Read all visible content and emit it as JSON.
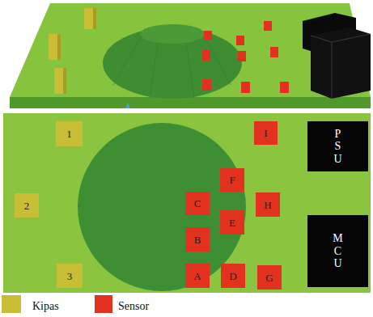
{
  "diagram": {
    "nodes": [
      {
        "text": [
          "1"
        ]
      },
      {
        "text": [
          "I"
        ]
      },
      {
        "text": [
          "PSU"
        ]
      },
      {
        "text": [
          "F"
        ]
      },
      {
        "text": [
          "C"
        ]
      },
      {
        "text": [
          "H"
        ]
      },
      {
        "text": [
          "2"
        ]
      },
      {
        "text": [
          "E"
        ]
      },
      {
        "text": [
          "MCU"
        ]
      },
      {
        "text": [
          "B"
        ]
      },
      {
        "text": [
          "3"
        ]
      },
      {
        "text": [
          "A"
        ]
      },
      {
        "text": [
          "D"
        ]
      },
      {
        "text": [
          "G"
        ]
      }
    ],
    "edges": [],
    "legend": [
      {
        "text": "Kipas",
        "color": "#c9bd36"
      },
      {
        "text": "Sensor",
        "color": "#e2321f"
      }
    ]
  }
}
